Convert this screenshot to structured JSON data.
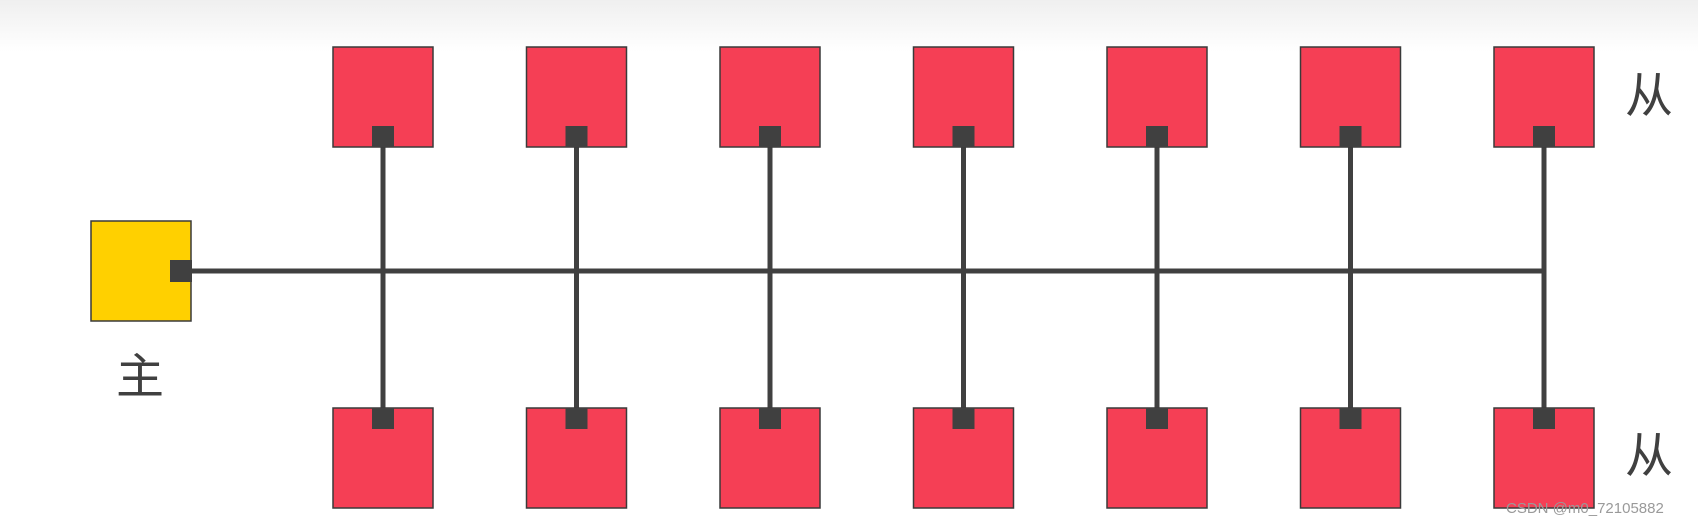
{
  "diagram": {
    "master_label": "主",
    "slave_label": "从",
    "slave_count_per_row": 7,
    "colors": {
      "master": "#ffd000",
      "slave": "#f53f55",
      "line": "#404040",
      "connector": "#404040",
      "outline": "#3a3a3a"
    }
  },
  "watermark": "CSDN @m0_72105882"
}
